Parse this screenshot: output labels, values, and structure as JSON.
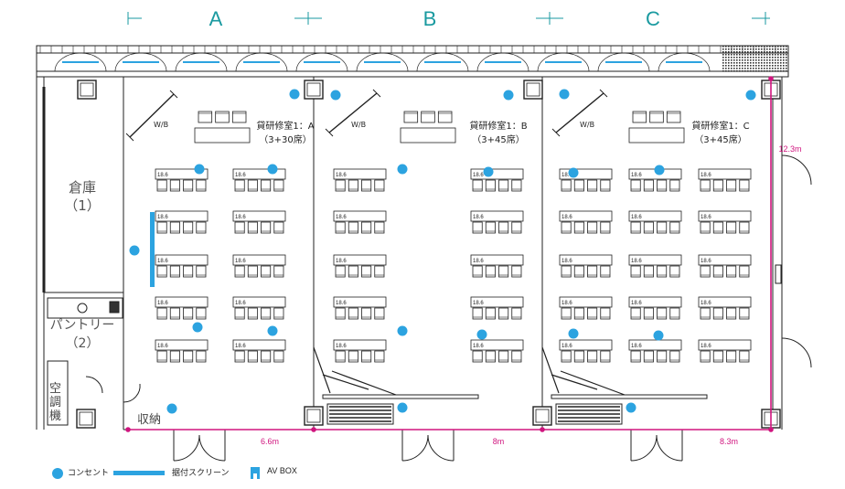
{
  "sections": [
    "A",
    "B",
    "C"
  ],
  "rooms": [
    {
      "name": "貸研修室1：A",
      "seats": "（3+30席）"
    },
    {
      "name": "貸研修室1：B",
      "seats": "（3+45席）"
    },
    {
      "name": "貸研修室1：C",
      "seats": "（3+45席）"
    }
  ],
  "whiteboard_label": "W/B",
  "table_code": "18.6",
  "storage": {
    "line1": "倉庫",
    "line2": "（1）"
  },
  "pantry": {
    "line1": "パントリー",
    "line2": "（2）"
  },
  "aircon": "空調機",
  "closet": "収納",
  "dims": {
    "a": "6.6m",
    "b": "8m",
    "c": "8.3m",
    "depth": "12.3m"
  },
  "legend": {
    "outlet": "コンセント",
    "screen": "据付スクリーン",
    "avbox": "AV BOX"
  },
  "colors": {
    "outlet": "#2ca3e0",
    "screen": "#2ca3e0",
    "dimension": "#d0157f",
    "section": "#1a9aa0"
  }
}
